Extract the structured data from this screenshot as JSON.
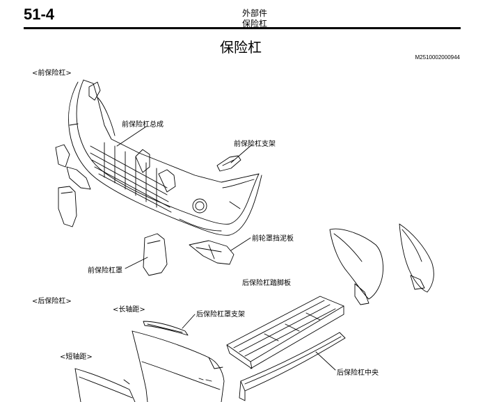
{
  "header": {
    "page_number": "51-4",
    "section": "外部件",
    "subsection": "保险杠"
  },
  "title": "保险杠",
  "figure_id": "M2510002000944",
  "labels": {
    "front_bumper_group": "<前保险杠>",
    "front_bumper_assembly": "前保险杠总成",
    "front_bumper_bracket": "前保险杠支架",
    "front_wheel_mudguard": "前轮罩挡泥板",
    "front_bumper_cover": "前保险杠罩",
    "rear_bumper_group": "<后保险杠>",
    "long_wheelbase": "<长轴距>",
    "rear_bumper_cover_bracket": "后保险杠罩支架",
    "rear_bumper_step": "后保险杠踏脚板",
    "short_wheelbase": "<短轴距>",
    "rear_bumper_center": "后保险杠中央"
  }
}
